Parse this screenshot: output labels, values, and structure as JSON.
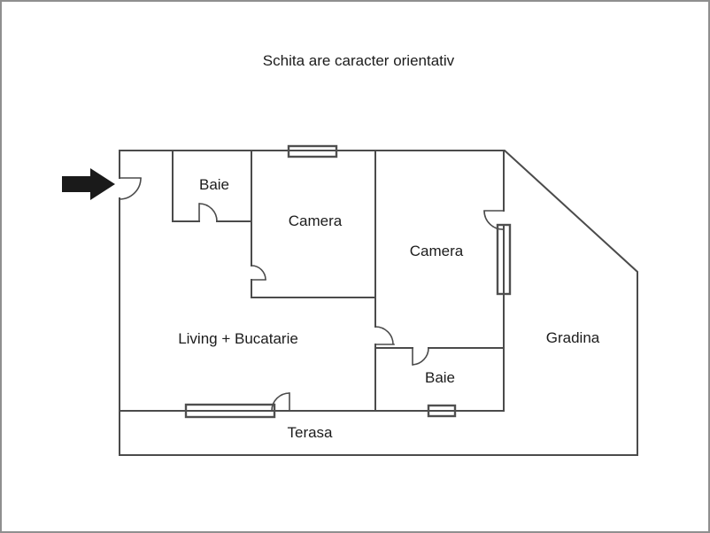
{
  "title": "Schita are caracter orientativ",
  "rooms": {
    "baie_top": {
      "label": "Baie"
    },
    "camera_mid": {
      "label": "Camera"
    },
    "camera_right": {
      "label": "Camera"
    },
    "living": {
      "label": "Living + Bucatarie"
    },
    "baie_bottom": {
      "label": "Baie"
    },
    "gradina": {
      "label": "Gradina"
    },
    "terasa": {
      "label": "Terasa"
    }
  },
  "icons": {
    "entrance_arrow": "right-arrow"
  },
  "colors": {
    "wall": "#4b4b4b",
    "window": "#4f4f4f",
    "text": "#1c1c1c",
    "arrow": "#1a1a1a",
    "page_border": "#8f8f8f",
    "background": "#ffffff"
  }
}
